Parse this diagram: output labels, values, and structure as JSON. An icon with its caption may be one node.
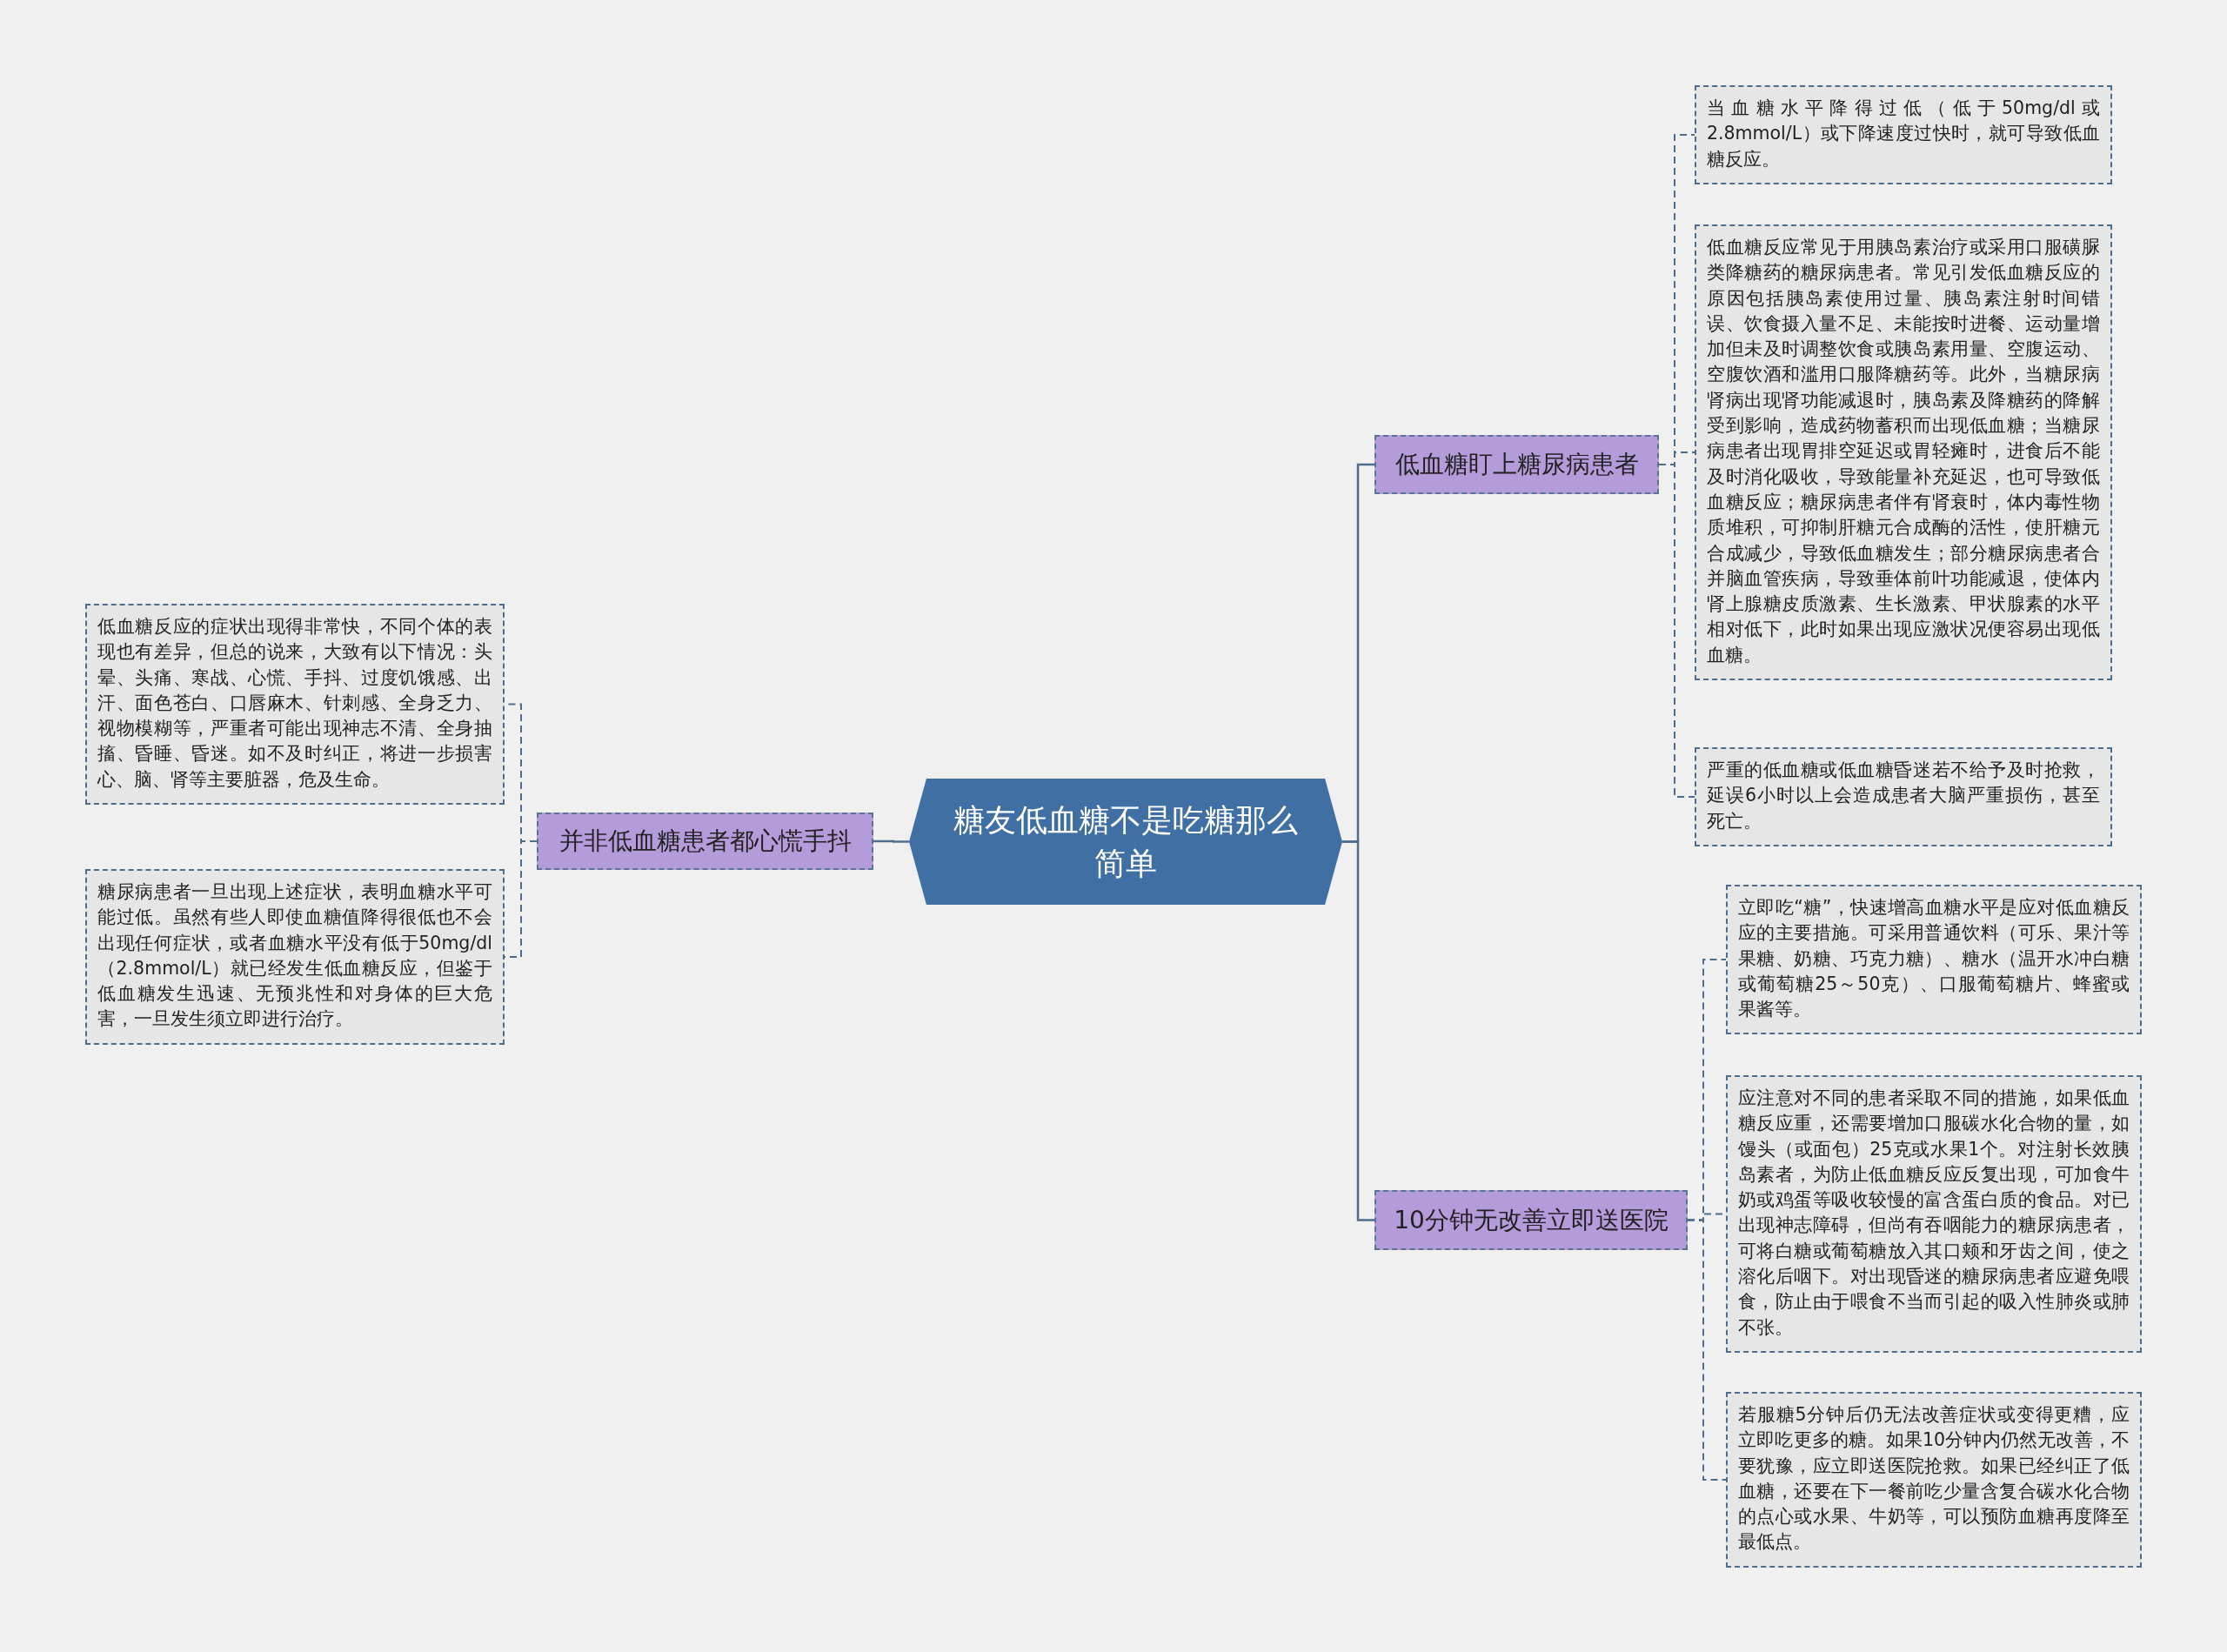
{
  "diagram": {
    "nodes": [
      {
        "text": [
          "糖友低血糖不是吃糖那么简单"
        ]
      },
      {
        "text": [
          "低血糖盯上糖尿病患者"
        ]
      },
      {
        "text": [
          "当血糖水平降得过低（低于50mg/dl或2.8mmol/L）或下降速度过快时，就可导致低血糖反应。"
        ]
      },
      {
        "text": [
          "低血糖反应常见于用胰岛素治疗或采用口服磺脲类降糖药的糖尿病患者。常见引发低血糖反应的原因包括胰岛素使用过量、胰岛素注射时间错误、饮食摄入量不足、未能按时进餐、运动量增加但未及时调整饮食或胰岛素用量、空腹运动、空腹饮酒和滥用口服降糖药等。此外，当糖尿病肾病出现肾功能减退时，胰岛素及降糖药的降解受到影响，造成药物蓄积而出现低血糖；当糖尿病患者出现胃排空延迟或胃轻瘫时，进食后不能及时消化吸收，导致能量补充延迟，也可导致低血糖反应；糖尿病患者伴有肾衰时，体内毒性物质堆积，可抑制肝糖元合成酶的活性，使肝糖元合成减少，导致低血糖发生；部分糖尿病患者合并脑血管疾病，导致垂体前叶功能减退，使体内肾上腺糖皮质激素、生长激素、甲状腺素的水平相对低下，此时如果出现应激状况便容易出现低血糖。"
        ]
      },
      {
        "text": [
          "严重的低血糖或低血糖昏迷若不给予及时抢救，延误6小时以上会造成患者大脑严重损伤，甚至死亡。"
        ]
      },
      {
        "text": [
          "10分钟无改善立即送医院"
        ]
      },
      {
        "text": [
          "立即吃“糖”，快速增高血糖水平是应对低血糖反应的主要措施。可采用普通饮料（可乐、果汁等果糖、奶糖、巧克力糖）、糖水（温开水冲白糖或葡萄糖25～50克）、口服葡萄糖片、蜂蜜或果酱等。"
        ]
      },
      {
        "text": [
          "应注意对不同的患者采取不同的措施，如果低血糖反应重，还需要增加口服碳水化合物的量，如馒头（或面包）25克或水果1个。对注射长效胰岛素者，为防止低血糖反应反复出现，可加食牛奶或鸡蛋等吸收较慢的富含蛋白质的食品。对已出现神志障碍，但尚有吞咽能力的糖尿病患者，可将白糖或葡萄糖放入其口颊和牙齿之间，使之溶化后咽下。对出现昏迷的糖尿病患者应避免喂食，防止由于喂食不当而引起的吸入性肺炎或肺不张。"
        ]
      },
      {
        "text": [
          "若服糖5分钟后仍无法改善症状或变得更糟，应立即吃更多的糖。如果10分钟内仍然无改善，不要犹豫，应立即送医院抢救。如果已经纠正了低血糖，还要在下一餐前吃少量含复合碳水化合物的点心或水果、牛奶等，可以预防血糖再度降至最低点。"
        ]
      },
      {
        "text": [
          "并非低血糖患者都心慌手抖"
        ]
      },
      {
        "text": [
          "低血糖反应的症状出现得非常快，不同个体的表现也有差异，但总的说来，大致有以下情况：头晕、头痛、寒战、心慌、手抖、过度饥饿感、出汗、面色苍白、口唇麻木、针刺感、全身乏力、视物模糊等，严重者可能出现神志不清、全身抽搐、昏睡、昏迷。如不及时纠正，将进一步损害心、脑、肾等主要脏器，危及生命。"
        ]
      },
      {
        "text": [
          "糖尿病患者一旦出现上述症状，表明血糖水平可能过低。虽然有些人即使血糖值降得很低也不会出现任何症状，或者血糖水平没有低于50mg/dl（2.8mmol/L）就已经发生低血糖反应，但鉴于低血糖发生迅速、无预兆性和对身体的巨大危害，一旦发生须立即进行治疗。"
        ]
      }
    ],
    "edges": [
      {
        "from": 0,
        "to": 1,
        "arrow": "none"
      },
      {
        "from": 1,
        "to": 2,
        "arrow": "none",
        "style": "dashed"
      },
      {
        "from": 1,
        "to": 3,
        "arrow": "none",
        "style": "dashed"
      },
      {
        "from": 1,
        "to": 4,
        "arrow": "none",
        "style": "dashed"
      },
      {
        "from": 0,
        "to": 5,
        "arrow": "none"
      },
      {
        "from": 5,
        "to": 6,
        "arrow": "none",
        "style": "dashed"
      },
      {
        "from": 5,
        "to": 7,
        "arrow": "none",
        "style": "dashed"
      },
      {
        "from": 5,
        "to": 8,
        "arrow": "none",
        "style": "dashed"
      },
      {
        "from": 0,
        "to": 9,
        "arrow": "none"
      },
      {
        "from": 9,
        "to": 10,
        "arrow": "none",
        "style": "dashed"
      },
      {
        "from": 9,
        "to": 11,
        "arrow": "none",
        "style": "dashed"
      }
    ]
  }
}
